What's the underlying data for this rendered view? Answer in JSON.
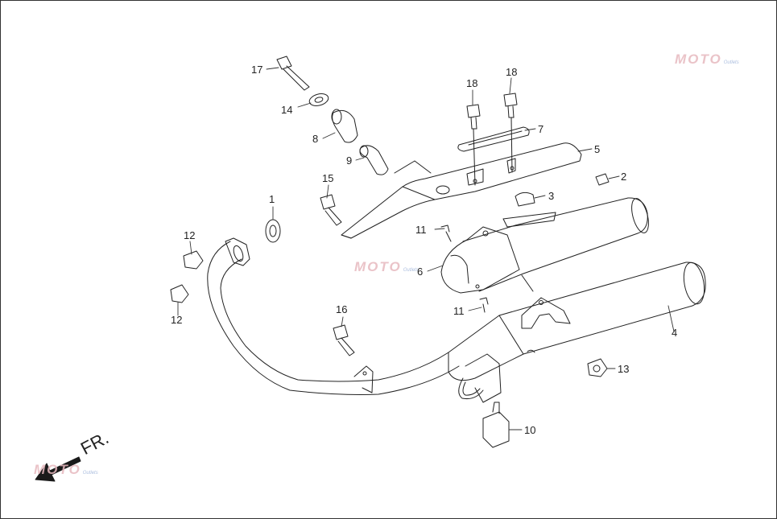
{
  "diagram": {
    "direction_label": "FR.",
    "watermark_text": "MOTO",
    "watermark_subtext": "Outlets",
    "callouts": {
      "p1": "1",
      "p2": "2",
      "p3": "3",
      "p4": "4",
      "p5": "5",
      "p6": "6",
      "p7": "7",
      "p8": "8",
      "p9": "9",
      "p10": "10",
      "p11a": "11",
      "p11b": "11",
      "p12a": "12",
      "p12b": "12",
      "p13": "13",
      "p14": "14",
      "p15": "15",
      "p16": "16",
      "p17": "17",
      "p18a": "18",
      "p18b": "18"
    },
    "colors": {
      "line": "#222222",
      "arrow": "#1a1a1a",
      "watermark": "#e7b9bf"
    }
  }
}
